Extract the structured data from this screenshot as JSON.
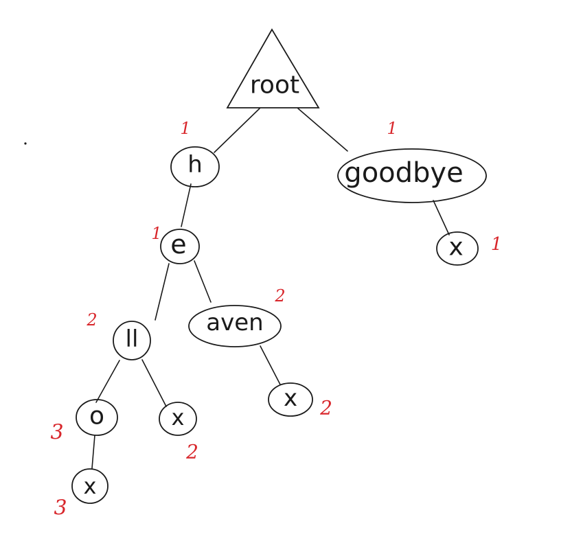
{
  "diagram": {
    "nodes": {
      "root": {
        "label": "root"
      },
      "h": {
        "label": "h",
        "count": "1"
      },
      "goodbye": {
        "label": "goodbye",
        "count": "1"
      },
      "goodbye_x": {
        "label": "x",
        "count": "1"
      },
      "e": {
        "label": "e",
        "count": "1"
      },
      "ll": {
        "label": "ll",
        "count": "2"
      },
      "aven": {
        "label": "aven",
        "count": "2"
      },
      "aven_x": {
        "label": "x",
        "count": "2"
      },
      "o": {
        "label": "o",
        "count": "3"
      },
      "ll_x": {
        "label": "x",
        "count": "2"
      },
      "o_x": {
        "label": "x",
        "count": "3"
      }
    },
    "colors": {
      "ink": "#1a1a1a",
      "count": "#d8262b",
      "background": "#ffffff"
    }
  }
}
